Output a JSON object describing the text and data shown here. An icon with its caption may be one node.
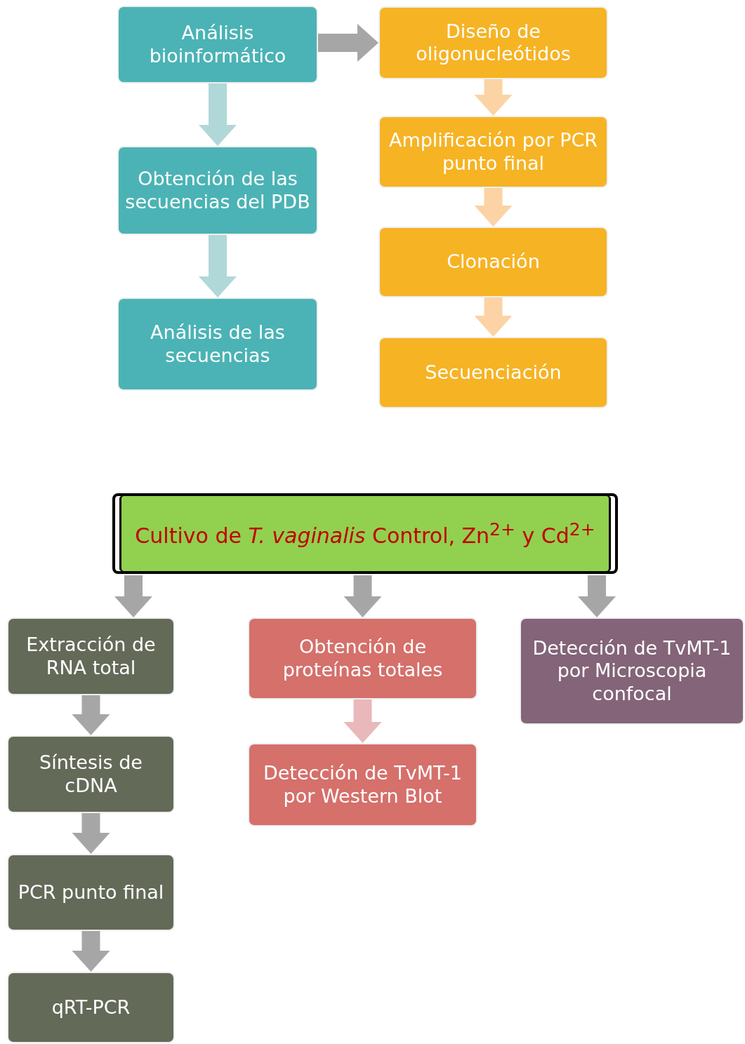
{
  "diagram": {
    "nodes": [
      {
        "text": [
          "Análisis bioinformático"
        ]
      },
      {
        "text": [
          "Obtención de las secuencias del PDB"
        ]
      },
      {
        "text": [
          "Análisis de las secuencias"
        ]
      },
      {
        "text": [
          "Diseño de oligonucleótidos"
        ]
      },
      {
        "text": [
          "Amplificación por PCR punto final"
        ]
      },
      {
        "text": [
          "Clonación"
        ]
      },
      {
        "text": [
          "Secuenciación"
        ]
      },
      {
        "text": [
          "Cultivo de *T. vaginalis* Control, Zn$^{2+}$ y Cd$^{2+}$"
        ]
      },
      {
        "text": [
          "Extracción de RNA total"
        ]
      },
      {
        "text": [
          "Síntesis de cDNA"
        ]
      },
      {
        "text": [
          "PCR punto final"
        ]
      },
      {
        "text": [
          "qRT-PCR"
        ]
      },
      {
        "text": [
          "Obtención de proteínas totales"
        ]
      },
      {
        "text": [
          "Detección de TvMT-1 por Western Blot"
        ]
      },
      {
        "text": [
          "Detección de TvMT-1 por Microscopia confocal"
        ]
      }
    ],
    "edges": [
      {
        "from": 0,
        "to": 1,
        "arrow": "to",
        "color": "#b1d8d8"
      },
      {
        "from": 1,
        "to": 2,
        "arrow": "to",
        "color": "#b1d8d8"
      },
      {
        "from": 0,
        "to": 3,
        "arrow": "to"
      },
      {
        "from": 3,
        "to": 4,
        "arrow": "to",
        "color": "#fbd3a4"
      },
      {
        "from": 4,
        "to": 5,
        "arrow": "to",
        "color": "#fbd3a4"
      },
      {
        "from": 5,
        "to": 6,
        "arrow": "to",
        "color": "#fbd3a4"
      },
      {
        "from": 7,
        "to": 8,
        "arrow": "to"
      },
      {
        "from": 7,
        "to": 12,
        "arrow": "to"
      },
      {
        "from": 7,
        "to": 14,
        "arrow": "to"
      },
      {
        "from": 8,
        "to": 9,
        "arrow": "to"
      },
      {
        "from": 9,
        "to": 10,
        "arrow": "to"
      },
      {
        "from": 10,
        "to": 11,
        "arrow": "to"
      },
      {
        "from": 12,
        "to": 13,
        "arrow": "to",
        "color": "#e9b8ba"
      }
    ]
  }
}
